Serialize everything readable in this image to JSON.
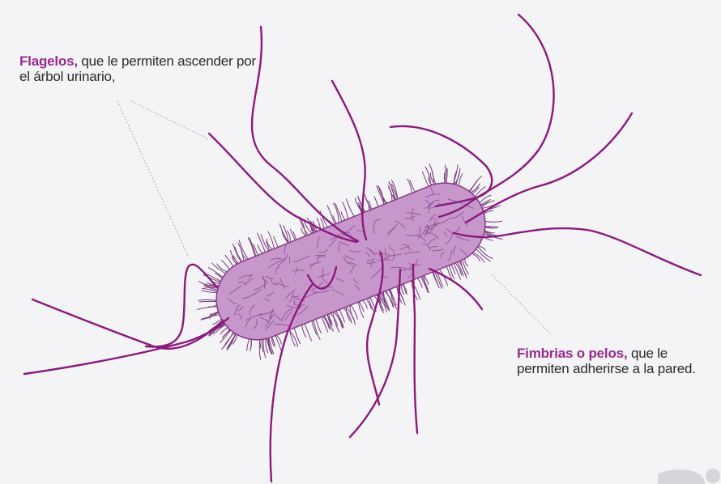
{
  "labels": {
    "flagelos": {
      "term": "Flagelos,",
      "text": " que le permiten ascender por el árbol urinario,"
    },
    "fimbrias": {
      "term": "Fimbrias o pelos,",
      "text": " que le permiten adherirse a la pared."
    }
  },
  "colors": {
    "background": "#f4f4f6",
    "body_fill": "#c796cb",
    "body_stroke": "#8a3a8c",
    "flagellum": "#8b1a7e",
    "fimbria": "#7a3a7e",
    "term_text": "#9a2a8e",
    "leader_line": "#9a9a9a",
    "logo": "#d6d6da"
  }
}
